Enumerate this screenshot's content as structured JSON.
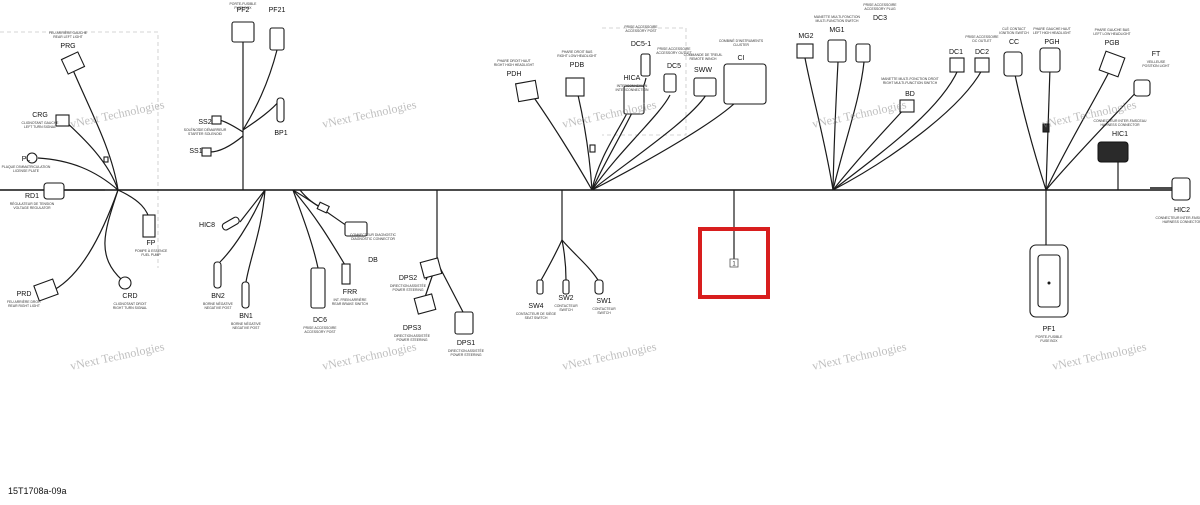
{
  "figure_id": "15T1708a-09a",
  "watermark": "vNext Technologies",
  "callouts": [
    {
      "code": "PRG",
      "desc": [
        "FEU ARRIÈRE GAUCHE",
        "REAR LEFT LIGHT"
      ]
    },
    {
      "code": "CRG",
      "desc": [
        "CLIGNOTANT GAUCHE",
        "LEFT TURN SIGNAL"
      ]
    },
    {
      "code": "PL",
      "desc": [
        "PLAQUE D'IMMATRICULATION",
        "LICENSE PLATE"
      ]
    },
    {
      "code": "RD1",
      "desc": [
        "RÉGULATEUR DE TENSION",
        "VOLTAGE REGULATOR"
      ]
    },
    {
      "code": "FP",
      "desc": [
        "POMPE À ESSENCE",
        "FUEL PUMP"
      ]
    },
    {
      "code": "PRD",
      "desc": [
        "FEU ARRIÈRE DROIT",
        "REAR RIGHT LIGHT"
      ]
    },
    {
      "code": "CRD",
      "desc": [
        "CLIGNOTANT DROIT",
        "RIGHT TURN SIGNAL"
      ]
    },
    {
      "code": "PF2",
      "desc": [
        "PORTE-FUSIBLE",
        "FUSE BOX"
      ]
    },
    {
      "code": "PF21",
      "desc": []
    },
    {
      "code": "BP1",
      "desc": []
    },
    {
      "code": "SS2",
      "desc": [
        "SOLÉNOÏDE DÉMARREUR",
        "STARTER SOLENOID"
      ]
    },
    {
      "code": "SS1",
      "desc": []
    },
    {
      "code": "HIC8",
      "desc": []
    },
    {
      "code": "BN2",
      "desc": [
        "BORNE NÉGATIVE",
        "NEGATIVE POST"
      ]
    },
    {
      "code": "BN1",
      "desc": [
        "BORNE NÉGATIVE",
        "NEGATIVE POST"
      ]
    },
    {
      "code": "DC6",
      "desc": [
        "PRISE ACCESSOIRE",
        "ACCESSORY POST"
      ]
    },
    {
      "code": "FRR",
      "desc": [
        "INT. FREIN ARRIÈRE",
        "REAR BRAKE SWITCH"
      ]
    },
    {
      "code": "DB",
      "desc": [
        "CONNECTEUR DIAGNOSTIC",
        "DIAGNOSTIC CONNECTOR"
      ]
    },
    {
      "code": "DPS2",
      "desc": [
        "DIRECTION ASSISTÉE",
        "POWER STEERING"
      ]
    },
    {
      "code": "DPS3",
      "desc": [
        "DIRECTION ASSISTÉE",
        "POWER STEERING"
      ]
    },
    {
      "code": "DPS1",
      "desc": [
        "DIRECTION ASSISTÉE",
        "POWER STEERING"
      ]
    },
    {
      "code": "SW4",
      "desc": [
        "CONTACTEUR DE SIÈGE",
        "SEAT SWITCH"
      ]
    },
    {
      "code": "SW2",
      "desc": [
        "CONTACTEUR",
        "SWITCH"
      ]
    },
    {
      "code": "SW1",
      "desc": [
        "CONTACTEUR",
        "SWITCH"
      ]
    },
    {
      "code": "PDH",
      "desc": [
        "PHARE DROIT HAUT",
        "RIGHT HIGH HEADLIGHT"
      ]
    },
    {
      "code": "PDB",
      "desc": [
        "PHARE DROIT BAS",
        "RIGHT LOW HEADLIGHT"
      ]
    },
    {
      "code": "DC5-1",
      "desc": [
        "PRISE ACCESSOIRE",
        "ACCESSORY POST"
      ]
    },
    {
      "code": "DC5",
      "desc": [
        "PRISE ACCESSOIRE",
        "ACCESSORY OUTLET"
      ]
    },
    {
      "code": "HICA",
      "desc": [
        "INTERCONNEXION",
        "INTERCONNECTION"
      ]
    },
    {
      "code": "SWW",
      "desc": [
        "COMMANDE DE TREUIL",
        "REMOTE WINCH"
      ]
    },
    {
      "code": "CI",
      "desc": [
        "COMBINÉ D'INSTRUMENTS",
        "CLUSTER"
      ]
    },
    {
      "code": "MG2",
      "desc": []
    },
    {
      "code": "MG1",
      "desc": [
        "MANETTE MULTI-FONCTION",
        "MULTI-FUNCTION SWITCH"
      ]
    },
    {
      "code": "DC3",
      "desc": [
        "PRISE ACCESSOIRE",
        "ACCESSORY PLUG"
      ]
    },
    {
      "code": "BD",
      "desc": [
        "MANETTE MULTI-FONCTION DROIT",
        "RIGHT MULTI-FUNCTION SWITCH"
      ]
    },
    {
      "code": "DC1",
      "desc": []
    },
    {
      "code": "DC2",
      "desc": [
        "PRISE ACCESSOIRE",
        "DC OUTLET"
      ]
    },
    {
      "code": "CC",
      "desc": [
        "CLÉ CONTACT",
        "IGNITION SWITCH"
      ]
    },
    {
      "code": "PGH",
      "desc": [
        "PHARE GAUCHE HAUT",
        "LEFT HIGH HEADLIGHT"
      ]
    },
    {
      "code": "PGB",
      "desc": [
        "PHARE GAUCHE BAS",
        "LEFT LOW HEADLIGHT"
      ]
    },
    {
      "code": "FT",
      "desc": [
        "VEILLEUSE",
        "POSITION LIGHT"
      ]
    },
    {
      "code": "HIC1",
      "desc": [
        "CONNECTEUR INTER-FAISCEAU",
        "HARNESS CONNECTOR"
      ]
    },
    {
      "code": "HIC2",
      "desc": [
        "CONNECTEUR INTER-FAISCEAU",
        "HARNESS CONNECTOR"
      ]
    },
    {
      "code": "PF1",
      "desc": [
        "PORTE-FUSIBLE",
        "FUSE BOX"
      ]
    }
  ],
  "highlight_label": "1",
  "colors": {
    "highlight": "#d81e1e",
    "wire": "#1a1a1a",
    "watermark": "#8a8a8a"
  }
}
